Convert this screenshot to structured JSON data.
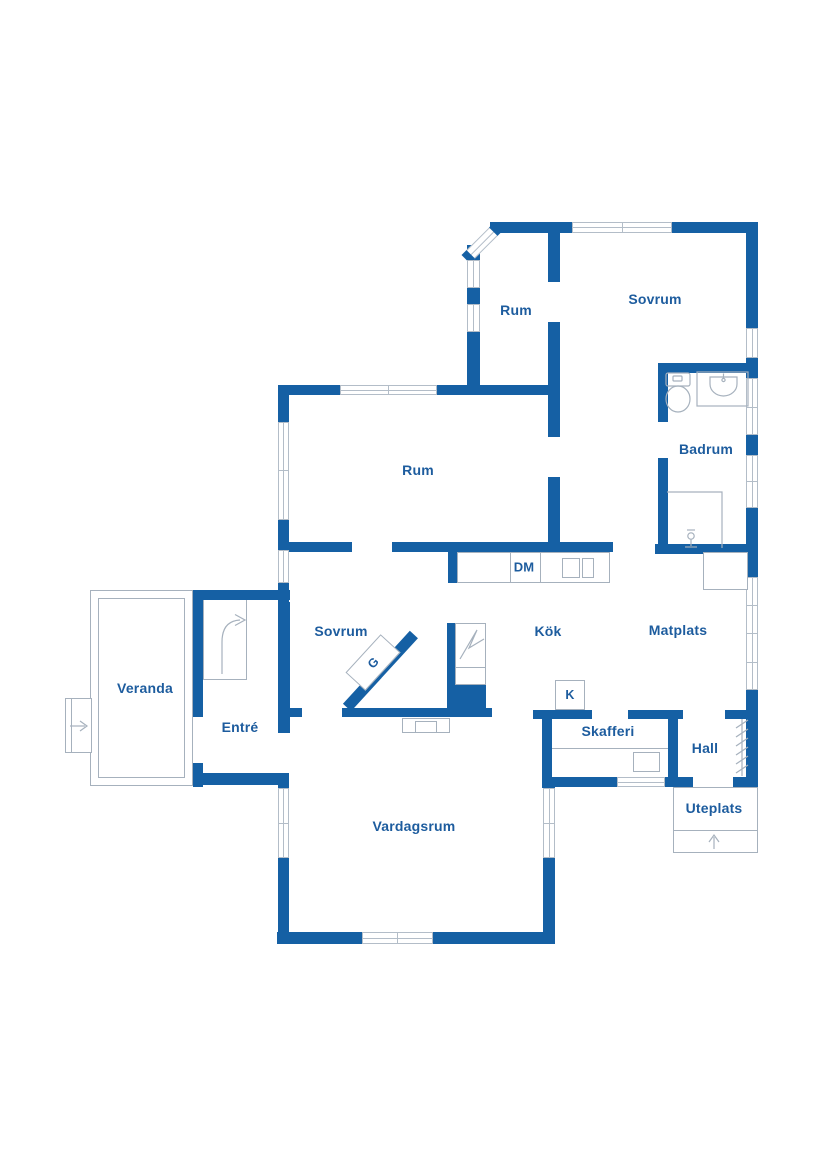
{
  "meta": {
    "type": "floor-plan",
    "language": "sv"
  },
  "colors": {
    "wall": "#1560a4",
    "label_text": "#1d5c9e",
    "window_line": "#b3bdc8",
    "fixture_line": "#a6b1bd",
    "background": "#ffffff"
  },
  "rooms": {
    "rum_top": {
      "label": "Rum"
    },
    "sovrum_top": {
      "label": "Sovrum"
    },
    "badrum": {
      "label": "Badrum"
    },
    "rum_middle": {
      "label": "Rum"
    },
    "sovrum_middle": {
      "label": "Sovrum"
    },
    "kok": {
      "label": "Kök"
    },
    "matplats": {
      "label": "Matplats"
    },
    "veranda": {
      "label": "Veranda"
    },
    "entre": {
      "label": "Entré"
    },
    "skafferi": {
      "label": "Skafferi"
    },
    "hall": {
      "label": "Hall"
    },
    "uteplats": {
      "label": "Uteplats"
    },
    "vardagsrum": {
      "label": "Vardagsrum"
    }
  },
  "fixtures": {
    "dishwasher": {
      "label": "DM"
    },
    "wardrobe": {
      "label": "G"
    },
    "fridge": {
      "label": "K"
    }
  },
  "icons": [
    "toilet-icon",
    "sink-icon",
    "shower-icon",
    "stairs-up-arrow-icon",
    "entrance-arrow-icon",
    "patio-arrow-icon",
    "fireplace-flue-icon",
    "coat-rail-icon"
  ]
}
